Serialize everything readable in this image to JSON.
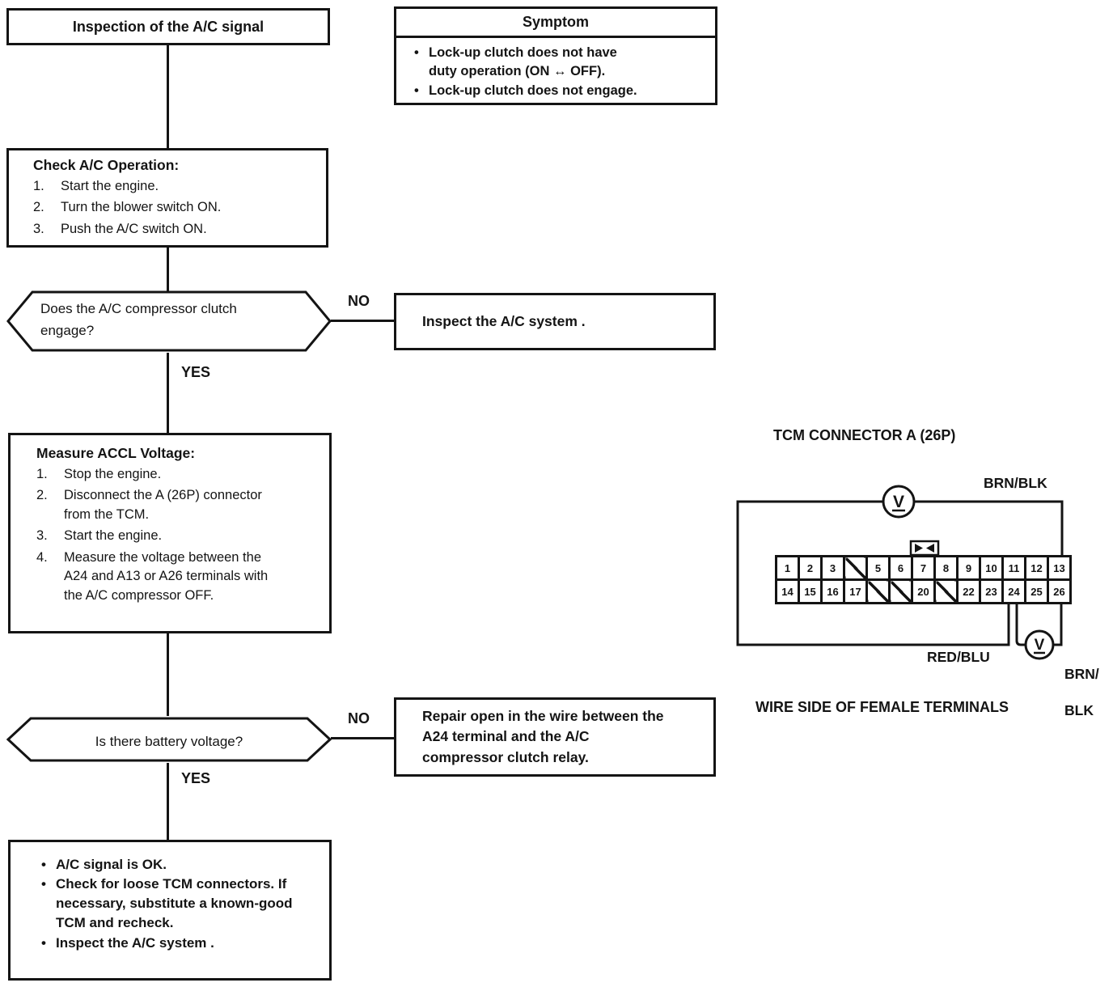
{
  "colors": {
    "ink": "#141414",
    "paper": "#ffffff"
  },
  "flowchart": {
    "start": {
      "title": "Inspection of the A/C signal"
    },
    "symptom": {
      "title": "Symptom",
      "bullet": "•",
      "items": [
        "Lock-up clutch does not have duty operation (ON ↔ OFF).",
        "Lock-up clutch does not engage."
      ]
    },
    "check": {
      "title": "Check A/C Operation:",
      "steps": [
        {
          "num": "1.",
          "text": "Start the engine."
        },
        {
          "num": "2.",
          "text": "Turn the blower switch ON."
        },
        {
          "num": "3.",
          "text": "Push the A/C switch ON."
        }
      ]
    },
    "decision1": {
      "question": "Does the A/C compressor clutch engage?",
      "no": "NO",
      "yes": "YES"
    },
    "inspect": {
      "text": "Inspect the A/C system ."
    },
    "measure": {
      "title": "Measure ACCL Voltage:",
      "steps": [
        {
          "num": "1.",
          "text": "Stop the engine."
        },
        {
          "num": "2.",
          "text": "Disconnect the A (26P) connector from the TCM."
        },
        {
          "num": "3.",
          "text": "Start the engine."
        },
        {
          "num": "4.",
          "text": "Measure the voltage between the A24 and A13 or A26 terminals with the A/C compressor OFF."
        }
      ]
    },
    "decision2": {
      "question": "Is there battery voltage?",
      "no": "NO",
      "yes": "YES"
    },
    "repair": {
      "text": "Repair open in the wire between the A24 terminal and the A/C compressor clutch relay."
    },
    "result": {
      "bullet": "•",
      "items": [
        "A/C signal is OK.",
        "Check for loose TCM connectors. If necessary, substitute a known-good TCM and recheck.",
        "Inspect the A/C system ."
      ]
    }
  },
  "connector": {
    "title": "TCM CONNECTOR A (26P)",
    "caption": "WIRE SIDE OF FEMALE TERMINALS",
    "voltmeter_symbol": "V",
    "wire_labels": {
      "top": "BRN/BLK",
      "bottom": "RED/BLU",
      "right_line1": "BRN/",
      "right_line2": "BLK"
    },
    "pins_row1": [
      "1",
      "2",
      "3",
      "",
      "5",
      "6",
      "7",
      "8",
      "9",
      "10",
      "11",
      "12",
      "13"
    ],
    "pins_row2": [
      "14",
      "15",
      "16",
      "17",
      "",
      "",
      "20",
      "",
      "22",
      "23",
      "24",
      "25",
      "26"
    ]
  }
}
